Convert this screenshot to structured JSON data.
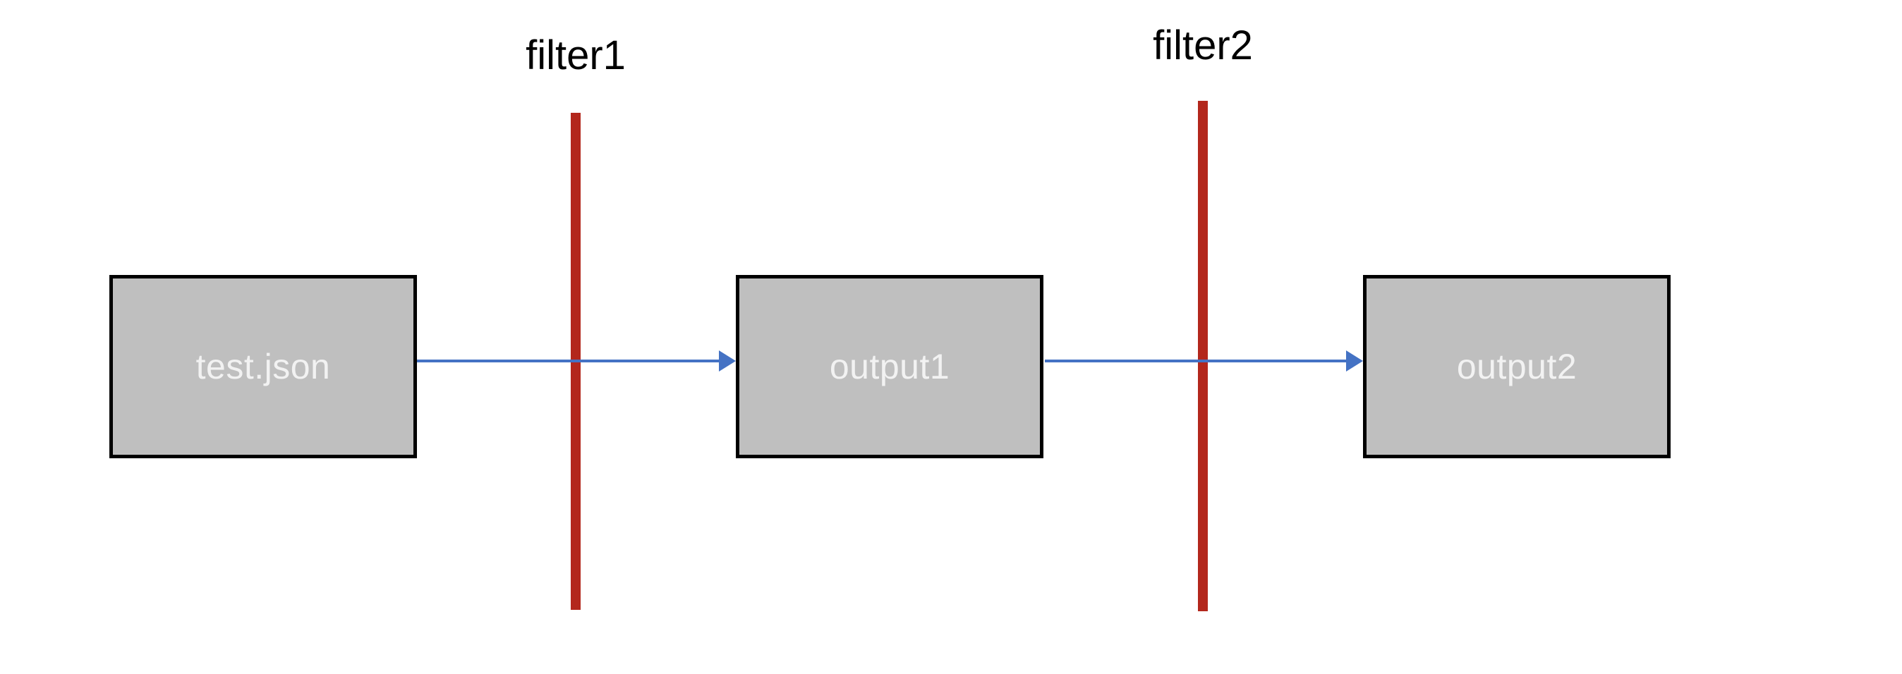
{
  "diagram": {
    "nodes": [
      {
        "id": "source",
        "label": "test.json"
      },
      {
        "id": "intermediate",
        "label": "output1"
      },
      {
        "id": "final",
        "label": "output2"
      }
    ],
    "filters": [
      {
        "id": "filter1",
        "label": "filter1"
      },
      {
        "id": "filter2",
        "label": "filter2"
      }
    ],
    "flow": [
      {
        "from": "test.json",
        "through": "filter1",
        "to": "output1"
      },
      {
        "from": "output1",
        "through": "filter2",
        "to": "output2"
      }
    ],
    "colors": {
      "node_fill": "#BFBFBF",
      "node_border": "#000000",
      "node_text": "#F2F2F2",
      "filter_bar": "#B3271C",
      "arrow": "#4472C4",
      "label_text": "#000000"
    }
  }
}
